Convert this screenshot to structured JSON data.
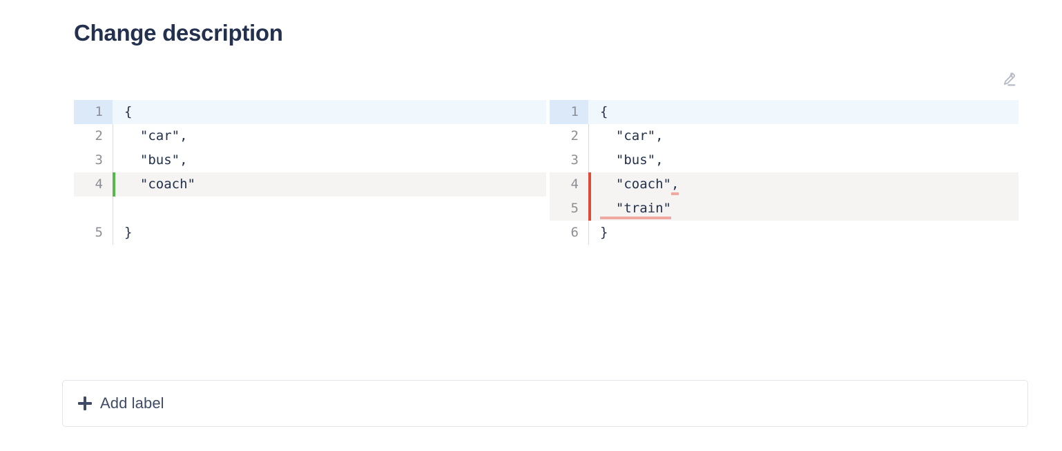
{
  "page": {
    "title": "Change description"
  },
  "toolbar": {
    "edit_icon": "pencil-edit-icon"
  },
  "diff": {
    "left_pane": {
      "rows": [
        {
          "number": "1",
          "text": "{",
          "state": "hl-blue",
          "marker": "none"
        },
        {
          "number": "2",
          "text": "  \"car\",",
          "state": "none",
          "marker": "none"
        },
        {
          "number": "3",
          "text": "  \"bus\",",
          "state": "none",
          "marker": "none"
        },
        {
          "number": "4",
          "text": "  \"coach\"",
          "state": "hl-gray",
          "marker": "add"
        },
        {
          "number": "",
          "text": "",
          "state": "none",
          "marker": "none"
        },
        {
          "number": "5",
          "text": "}",
          "state": "none",
          "marker": "none"
        }
      ]
    },
    "right_pane": {
      "rows": [
        {
          "number": "1",
          "text": "{",
          "state": "hl-blue",
          "marker": "none",
          "changed": ""
        },
        {
          "number": "2",
          "text": "  \"car\",",
          "state": "none",
          "marker": "none",
          "changed": ""
        },
        {
          "number": "3",
          "text": "  \"bus\",",
          "state": "none",
          "marker": "none",
          "changed": ""
        },
        {
          "number": "4",
          "text": "  \"coach\"",
          "state": "hl-gray",
          "marker": "del",
          "changed": ","
        },
        {
          "number": "5",
          "text": "",
          "state": "hl-gray",
          "marker": "del",
          "changed": "  \"train\""
        },
        {
          "number": "6",
          "text": "}",
          "state": "none",
          "marker": "none",
          "changed": ""
        }
      ]
    }
  },
  "footer": {
    "add_label": "Add label",
    "plus_icon": "plus-icon"
  },
  "colors": {
    "title": "#23314f",
    "added_marker": "#54b948",
    "removed_marker": "#dd4b39",
    "changed_underline": "#f0a9a0",
    "row_highlight_blue": "#f1f8fd",
    "row_highlight_gray": "#f5f4f2",
    "gutter_highlight_blue": "#dce9f8",
    "line_number": "#8b8f95",
    "code_text": "#22304a"
  }
}
